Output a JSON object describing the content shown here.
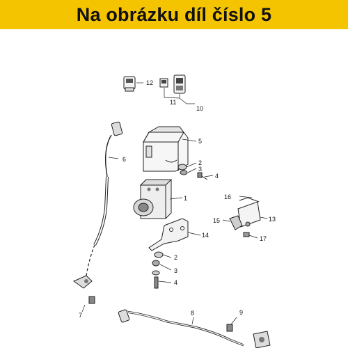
{
  "banner": {
    "title": "Na obrázku díl číslo 5",
    "background": "#f5c400"
  },
  "diagram": {
    "callouts": [
      {
        "id": "1",
        "text": "1"
      },
      {
        "id": "2a",
        "text": "2"
      },
      {
        "id": "2b",
        "text": "2"
      },
      {
        "id": "3a",
        "text": "3"
      },
      {
        "id": "3b",
        "text": "3"
      },
      {
        "id": "4a",
        "text": "4"
      },
      {
        "id": "4b",
        "text": "4"
      },
      {
        "id": "5",
        "text": "5"
      },
      {
        "id": "6",
        "text": "6"
      },
      {
        "id": "7",
        "text": "7"
      },
      {
        "id": "8",
        "text": "8"
      },
      {
        "id": "9",
        "text": "9"
      },
      {
        "id": "10",
        "text": "10"
      },
      {
        "id": "11",
        "text": "11"
      },
      {
        "id": "12",
        "text": "12"
      },
      {
        "id": "13",
        "text": "13"
      },
      {
        "id": "14",
        "text": "14"
      },
      {
        "id": "15",
        "text": "15"
      },
      {
        "id": "16",
        "text": "16"
      },
      {
        "id": "17",
        "text": "17"
      }
    ]
  }
}
